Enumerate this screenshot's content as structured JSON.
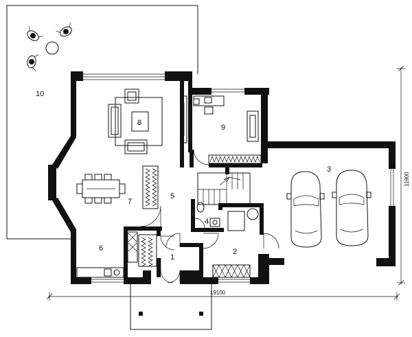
{
  "rooms": {
    "r1": "1",
    "r2": "2",
    "r3": "3",
    "r4": "4",
    "r5": "5",
    "r6": "6",
    "r7": "7",
    "r8": "8",
    "r9": "9",
    "r10": "10"
  },
  "dimensions": {
    "width": "19100",
    "height": "11900"
  }
}
